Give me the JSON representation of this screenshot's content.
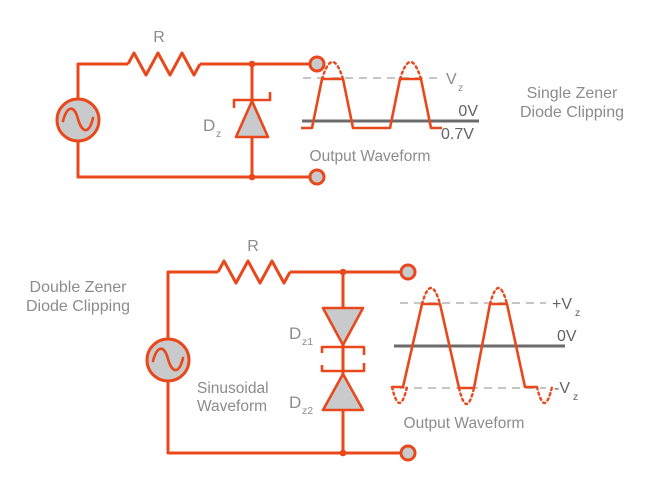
{
  "palette": {
    "orange": "#e8481b",
    "comp-fill": "#c9cacb",
    "text-gray": "#8c8c8c",
    "value-gray": "#636363",
    "zero-gray": "#6b6b6b",
    "dash-gray": "#c6c6c6"
  },
  "top_circuit": {
    "title_line1": "Single Zener",
    "title_line2": "Diode Clipping",
    "resistor_label": "R",
    "diode_label": {
      "main": "D",
      "sub": "z"
    },
    "waveform": {
      "vz": {
        "main": "V",
        "sub": "z"
      },
      "zero_label": "0V",
      "bottom_clip_label": "0.7V",
      "caption": "Output Waveform"
    }
  },
  "bottom_circuit": {
    "title_line1": "Double Zener",
    "title_line2": "Diode Clipping",
    "resistor_label": "R",
    "source_label_line1": "Sinusoidal",
    "source_label_line2": "Waveform",
    "diode1_label": {
      "main": "D",
      "sub": "z1"
    },
    "diode2_label": {
      "main": "D",
      "sub": "z2"
    },
    "waveform": {
      "pos_vz": {
        "main": "+V",
        "sub": "z"
      },
      "zero_label": "0V",
      "neg_vz": {
        "main": "-V",
        "sub": "z"
      },
      "caption": "Output Waveform"
    }
  }
}
